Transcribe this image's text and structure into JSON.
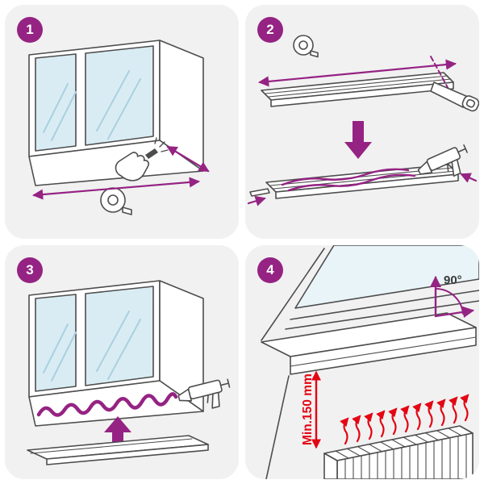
{
  "colors": {
    "accent_purple": "#952383",
    "warning_red": "#E30613",
    "panel_background": "#F1F1F1",
    "line_gray": "#4D4D4D",
    "glass_blue": "#D9ECF4"
  },
  "panels": [
    {
      "number": "1",
      "icons": [
        "window-with-sill",
        "hand-marking-icon",
        "tape-measure-icon",
        "width-dimension-arrow",
        "depth-dimension-arrow"
      ]
    },
    {
      "number": "2",
      "icons": [
        "tape-measure-icon",
        "length-dimension-arrow",
        "cut-line",
        "hand-saw-icon",
        "down-arrow",
        "sill-board",
        "adhesive-beads",
        "caulk-gun-icon",
        "fit-arrows",
        "end-cap"
      ]
    },
    {
      "number": "3",
      "icons": [
        "window-with-sill",
        "adhesive-bead",
        "caulk-gun-icon",
        "up-arrow",
        "sill-board"
      ]
    },
    {
      "number": "4",
      "icons": [
        "window-cross-section",
        "installed-sill",
        "right-angle-arrows",
        "min-height-dimension",
        "radiator",
        "heat-arrows"
      ],
      "labels": {
        "angle": "90°",
        "min_height": "Min.150 mm"
      }
    }
  ]
}
